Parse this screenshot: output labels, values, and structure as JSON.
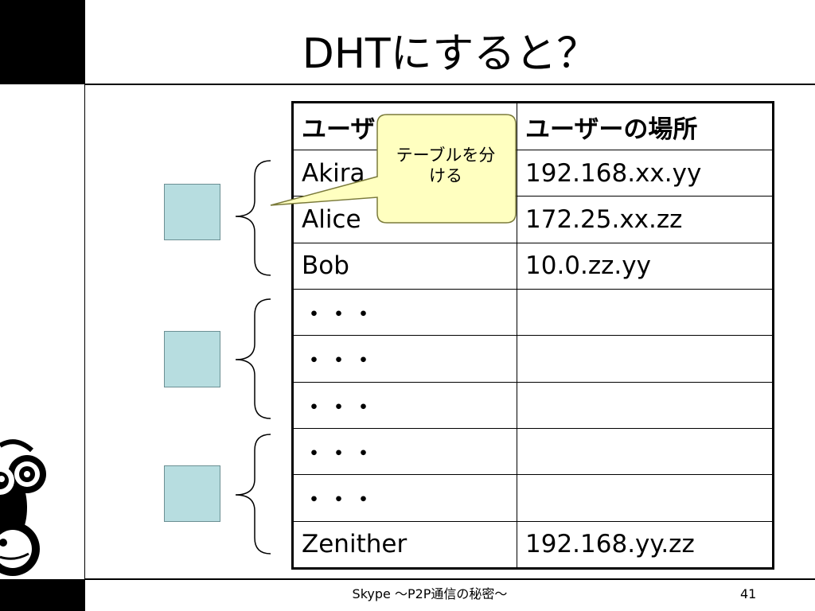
{
  "slide": {
    "title": "DHTにすると？",
    "footer": "Skype 〜P2P通信の秘密〜",
    "page_number": "41"
  },
  "table": {
    "headers": [
      "ユーザー名",
      "ユーザーの場所"
    ],
    "rows": [
      [
        "Akira",
        "192.168.xx.yy"
      ],
      [
        "Alice",
        "172.25.xx.zz"
      ],
      [
        "Bob",
        "10.0.zz.yy"
      ],
      [
        "・・・",
        ""
      ],
      [
        "・・・",
        ""
      ],
      [
        "・・・",
        ""
      ],
      [
        "・・・",
        ""
      ],
      [
        "・・・",
        ""
      ],
      [
        "Zenither",
        "192.168.yy.zz"
      ]
    ]
  },
  "callout": {
    "line1": "テーブルを分",
    "line2": "ける"
  },
  "colors": {
    "node_fill": "#b7dde0",
    "callout_fill": "#ffffc0",
    "callout_border": "#7a7a3a"
  },
  "icons": {
    "mascot": "monkey-mascot-icon"
  }
}
